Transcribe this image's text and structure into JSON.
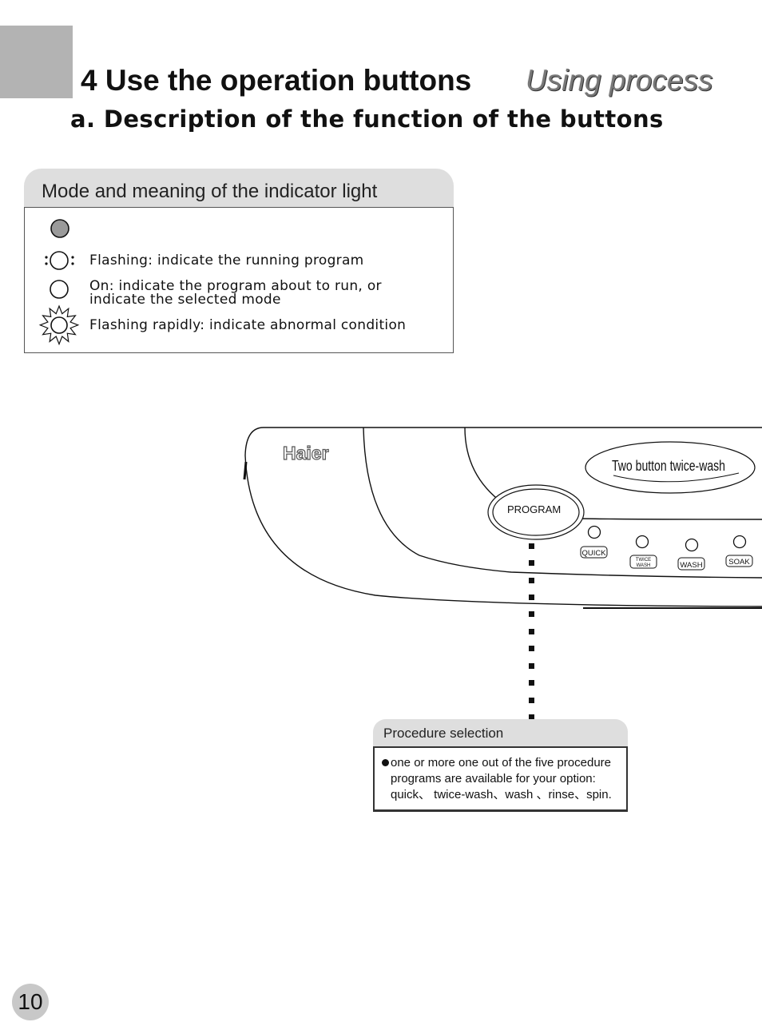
{
  "header": {
    "title": "4 Use the operation buttons",
    "section_tag": "Using process",
    "subtitle": "a. Description of the function of the buttons"
  },
  "legend": {
    "title": "Mode and meaning of the indicator light",
    "items": [
      {
        "icon": "filled-circle-icon",
        "text": ""
      },
      {
        "icon": "flashing-circle-icon",
        "text": "Flashing: indicate the running program"
      },
      {
        "icon": "empty-circle-icon",
        "text": "On: indicate the program about to run, or",
        "text2": "indicate the selected mode"
      },
      {
        "icon": "starburst-circle-icon",
        "text": "Flashing rapidly: indicate abnormal condition"
      }
    ]
  },
  "panel": {
    "brand": "Haier",
    "two_button_label": "Two button   twice-wash",
    "program_label": "PROGRAM",
    "buttons": [
      "QUICK",
      "TWICE",
      "WASH",
      "WASH",
      "SOAK"
    ]
  },
  "callout": {
    "title": "Procedure selection",
    "lines": [
      "one or more one out of the five procedure",
      "programs are available for your option:",
      "quick、 twice-wash、wash 、rinse、spin."
    ]
  },
  "page_number": "10",
  "colors": {
    "corner_block": "#b3b3b3",
    "header_band": "#dedede",
    "filled_indicator": "#9a9a9a",
    "page_badge": "#c8c8c8"
  }
}
